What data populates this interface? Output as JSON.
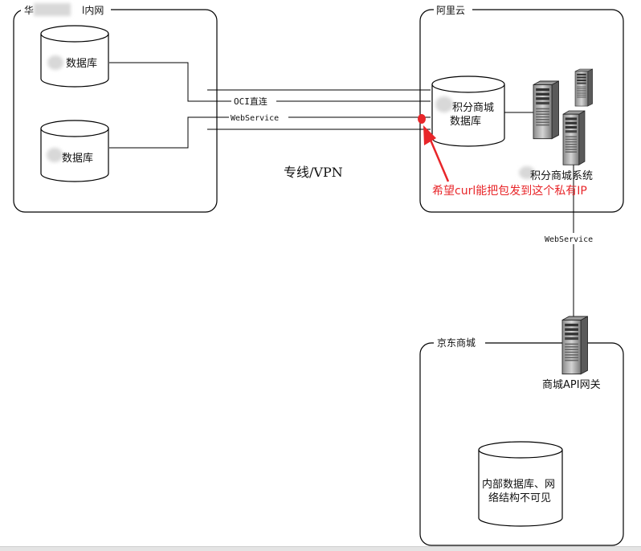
{
  "groups": {
    "left": {
      "title": "华　　　　　l内网"
    },
    "right_top": {
      "title": "阿里云"
    },
    "right_bottom": {
      "title": "京东商城"
    }
  },
  "databases": {
    "left_1": {
      "label": "数据库"
    },
    "left_2": {
      "label": "数据库"
    },
    "aliyun": {
      "line1": "积分商城",
      "line2": "数据库"
    },
    "jd": {
      "line1": "内部数据库、网",
      "line2": "络结构不可见"
    }
  },
  "servers": {
    "aliyun_label": "积分商城系统",
    "jd_label": "商城API网关"
  },
  "connections": {
    "oci": "OCI直连",
    "webservice_left": "WebService",
    "webservice_vertical": "WebService",
    "link_label": "专线/VPN"
  },
  "annotation": {
    "text": "希望curl能把包发到这个私有IP",
    "color": "#e8262a"
  },
  "colors": {
    "line": "#000000",
    "server_dark": "#4a4a4a",
    "server_mid": "#bdbdbd",
    "blur": "#d8d8d8"
  }
}
